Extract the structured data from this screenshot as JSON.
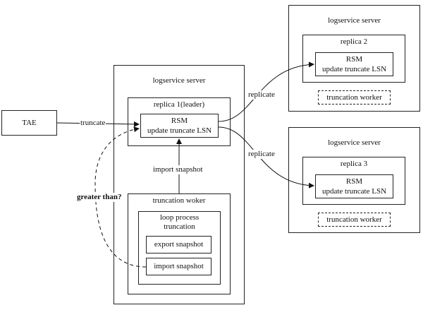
{
  "tae": {
    "label": "TAE"
  },
  "server_main": {
    "title": "logservice server",
    "replica": {
      "title": "replica 1(leader)",
      "rsm": {
        "line1": "RSM",
        "line2": "update truncate LSN"
      }
    },
    "worker": {
      "title": "truncation woker",
      "loop": {
        "line1": "loop process",
        "line2": "truncation",
        "export": "export snapshot",
        "import": "import snapshot"
      }
    }
  },
  "server_2": {
    "title": "logservice server",
    "replica": {
      "title": "replica 2",
      "rsm": {
        "line1": "RSM",
        "line2": "update truncate LSN"
      }
    },
    "worker": "truncation worker"
  },
  "server_3": {
    "title": "logservice server",
    "replica": {
      "title": "replica 3",
      "rsm": {
        "line1": "RSM",
        "line2": "update truncate LSN"
      }
    },
    "worker": "truncation worker"
  },
  "edges": {
    "truncate": "truncate",
    "import_snapshot": "import snapshot",
    "greater_than": "greater than?",
    "replicate_top": "replicate",
    "replicate_bottom": "replicate"
  }
}
